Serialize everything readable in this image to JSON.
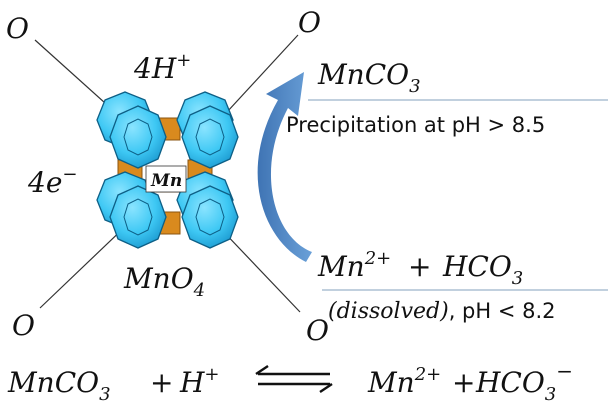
{
  "corners": {
    "top_left": "O",
    "top_right": "O",
    "bottom_left": "O",
    "bottom_right": "O"
  },
  "labels": {
    "hydrogen": {
      "base": "4H",
      "sup": "+"
    },
    "electrons": {
      "base": "4e",
      "sup": "−"
    },
    "center": "Mn",
    "oxide": {
      "base": "MnO",
      "sub": "4"
    }
  },
  "products": {
    "carbonate": {
      "formula": {
        "base": "MnCO",
        "sub": "3"
      },
      "note": "Precipitation at pH > 8.5"
    },
    "dissolved": {
      "ion": {
        "base": "Mn",
        "sup": "2+"
      },
      "plus": "+",
      "bicarb": {
        "base": "HCO",
        "sub": "3"
      },
      "condition": "(dissolved)",
      "ph_note": ", pH < 8.2"
    }
  },
  "equation": {
    "left": {
      "base": "MnCO",
      "sub": "3"
    },
    "plus1": "+",
    "h": {
      "base": "H",
      "sup": "+"
    },
    "right_ion": {
      "base": "Mn",
      "sup": "2+"
    },
    "plus2": "+",
    "bicarb": {
      "base": "HCO",
      "sub": "3",
      "sup": "−"
    }
  },
  "colors": {
    "polyhedron_face": "#3ec8f4",
    "polyhedron_dark": "#1a8fc2",
    "polyhedron_edge": "#0d5f86",
    "linker": "#d98a1e",
    "curved_arrow": "#4f86c6",
    "underline": "#9cb3c9",
    "text": "#111111"
  }
}
